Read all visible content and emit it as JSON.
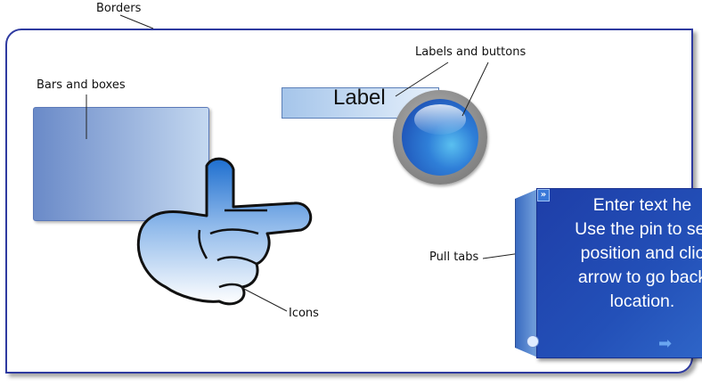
{
  "annotations": {
    "borders": "Borders",
    "bars_and_boxes": "Bars and boxes",
    "labels_and_buttons": "Labels and buttons",
    "pull_tabs": "Pull tabs",
    "icons": "Icons"
  },
  "label_widget": {
    "text": "Label"
  },
  "pull_tab": {
    "text": "Enter text he\nUse the pin to set\nposition and clic\narrow to go back\nlocation.",
    "expand_glyph": "»",
    "arrow_glyph": "➡"
  },
  "colors": {
    "border": "#2e3aa0",
    "box_left": "#6a8ac8",
    "box_right": "#c4d8f0",
    "button_blue": "#2f7fd8",
    "tab_blue": "#2350b8"
  },
  "icons": [
    "pointing-hand-icon",
    "pin-icon",
    "arrow-right-icon",
    "double-chevron-icon"
  ]
}
